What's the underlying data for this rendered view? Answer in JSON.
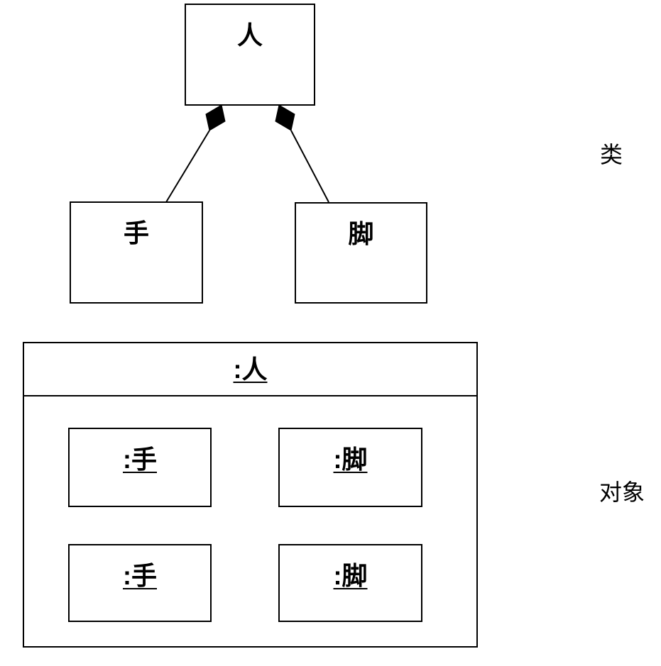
{
  "page": {
    "background_color": "#ffffff",
    "stroke_color": "#000000"
  },
  "class_diagram": {
    "section_label": "类",
    "whole_class": {
      "name": "人"
    },
    "part_classes": [
      {
        "name": "手"
      },
      {
        "name": "脚"
      }
    ]
  },
  "object_diagram": {
    "section_label": "对象",
    "container_object": {
      "name": ":人"
    },
    "part_objects": [
      {
        "name": ":手"
      },
      {
        "name": ":脚"
      },
      {
        "name": ":手"
      },
      {
        "name": ":脚"
      }
    ]
  }
}
